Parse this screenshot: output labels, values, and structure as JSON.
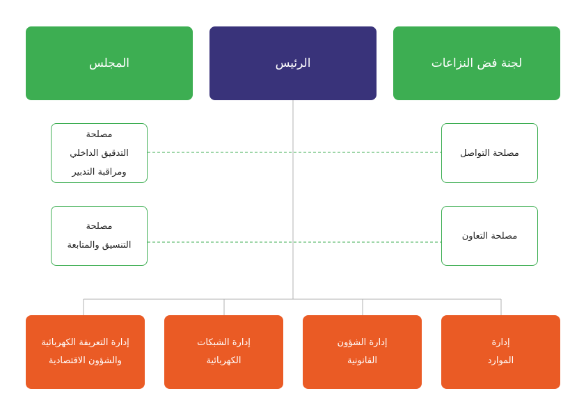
{
  "top": {
    "left": "المجلس",
    "center": "الرئيس",
    "right": "لجنة فض النزاعات"
  },
  "middle": {
    "left_1": [
      "مصلحة",
      "التدقيق الداخلي",
      "ومراقبة التدبير"
    ],
    "left_2": [
      "مصلحة",
      "التنسيق والمتابعة"
    ],
    "right_1": [
      "مصلحة التواصل"
    ],
    "right_2": [
      "مصلحة التعاون"
    ]
  },
  "bottom": [
    [
      "إدارة التعريفة الكهربائية",
      "والشؤون الاقتصادية"
    ],
    [
      "إدارة الشبكات",
      "الكهربائية"
    ],
    [
      "إدارة الشؤون",
      "القانونية"
    ],
    [
      "إدارة",
      "الموارد"
    ]
  ],
  "colors": {
    "green": "#3dae52",
    "navy": "#39337a",
    "orange": "#ea5b25",
    "line": "#b0b0b0"
  }
}
